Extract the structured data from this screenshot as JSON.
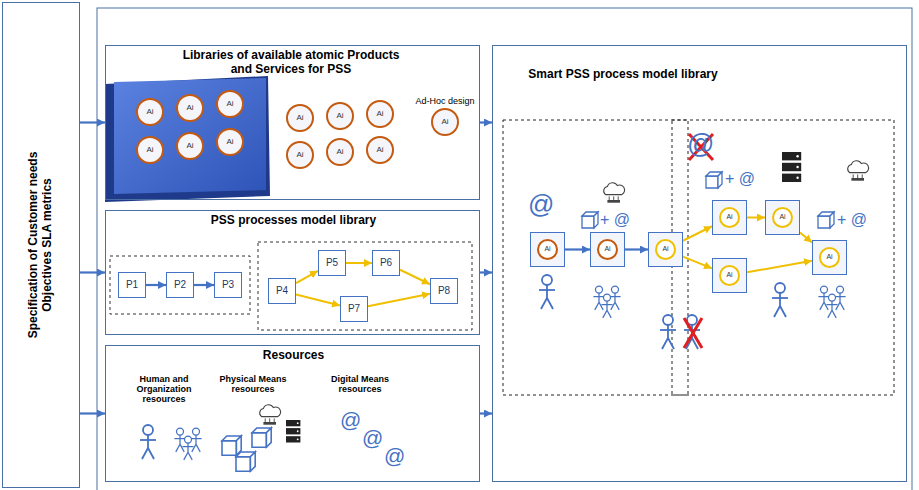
{
  "diagram": {
    "nodes": [
      {
        "text": [
          "Specification of Customer needs Objectives SLA metrics"
        ]
      },
      {
        "text": [
          "Libraries of available atomic Products and Services for PSS"
        ]
      },
      {
        "text": [
          "Ai"
        ],
        "in": 1
      },
      {
        "text": [
          "Ai"
        ],
        "in": 1
      },
      {
        "text": [
          "Ai"
        ],
        "in": 1
      },
      {
        "text": [
          "Ai"
        ],
        "in": 1
      },
      {
        "text": [
          "Ai"
        ],
        "in": 1
      },
      {
        "text": [
          "Ai"
        ],
        "in": 1
      },
      {
        "text": [
          "Ai"
        ],
        "in": 1
      },
      {
        "text": [
          "Ai"
        ],
        "in": 1
      },
      {
        "text": [
          "Ai"
        ],
        "in": 1
      },
      {
        "text": [
          "Ai"
        ],
        "in": 1
      },
      {
        "text": [
          "Ai"
        ],
        "in": 1
      },
      {
        "text": [
          "Ai"
        ],
        "in": 1
      },
      {
        "text": [
          "Ad-Hoc design",
          "Ai"
        ],
        "in": 1
      },
      {
        "text": [
          "PSS processes model library"
        ]
      },
      {
        "text": [
          "P1"
        ],
        "in": 15
      },
      {
        "text": [
          "P2"
        ],
        "in": 15
      },
      {
        "text": [
          "P3"
        ],
        "in": 15
      },
      {
        "text": [
          "P4"
        ],
        "in": 15
      },
      {
        "text": [
          "P5"
        ],
        "in": 15
      },
      {
        "text": [
          "P6"
        ],
        "in": 15
      },
      {
        "text": [
          "P7"
        ],
        "in": 15
      },
      {
        "text": [
          "P8"
        ],
        "in": 15
      },
      {
        "text": [
          "Resources"
        ]
      },
      {
        "text": [
          "Smart PSS process model library"
        ]
      },
      {
        "text": [
          "Ai"
        ],
        "in": 25
      },
      {
        "text": [
          "Ai"
        ],
        "in": 25
      },
      {
        "text": [
          "Ai"
        ],
        "in": 25
      },
      {
        "text": [
          "Ai"
        ],
        "in": 25
      },
      {
        "text": [
          "Ai"
        ],
        "in": 25
      },
      {
        "text": [
          "Ai"
        ],
        "in": 25
      },
      {
        "text": [
          "Ai"
        ],
        "in": 25
      }
    ],
    "edges": [
      {
        "from": 0,
        "to": 1,
        "arrow": "to"
      },
      {
        "from": 0,
        "to": 15,
        "arrow": "to"
      },
      {
        "from": 0,
        "to": 24,
        "arrow": "to"
      },
      {
        "from": 1,
        "to": 25,
        "arrow": "to"
      },
      {
        "from": 15,
        "to": 25,
        "arrow": "to"
      },
      {
        "from": 24,
        "to": 25,
        "arrow": "to"
      },
      {
        "from": 16,
        "to": 17,
        "arrow": "to"
      },
      {
        "from": 17,
        "to": 18,
        "arrow": "to"
      },
      {
        "from": 19,
        "to": 20,
        "arrow": "to"
      },
      {
        "from": 19,
        "to": 22,
        "arrow": "to"
      },
      {
        "from": 20,
        "to": 21,
        "arrow": "to"
      },
      {
        "from": 21,
        "to": 23,
        "arrow": "to"
      },
      {
        "from": 22,
        "to": 23,
        "arrow": "to"
      },
      {
        "from": 26,
        "to": 27,
        "arrow": "to"
      },
      {
        "from": 27,
        "to": 28,
        "arrow": "to"
      },
      {
        "from": 28,
        "to": 29,
        "arrow": "to"
      },
      {
        "from": 28,
        "to": 31,
        "arrow": "to"
      },
      {
        "from": 29,
        "to": 30,
        "arrow": "to"
      },
      {
        "from": 30,
        "to": 32,
        "arrow": "to"
      },
      {
        "from": 31,
        "to": 32,
        "arrow": "to"
      }
    ],
    "labels": [
      "Human and Organization resources",
      "Physical Means resources",
      "Digital Means resources",
      "@",
      "@",
      "@",
      "@",
      "+ @",
      "@",
      "+ @",
      "+ @"
    ]
  }
}
